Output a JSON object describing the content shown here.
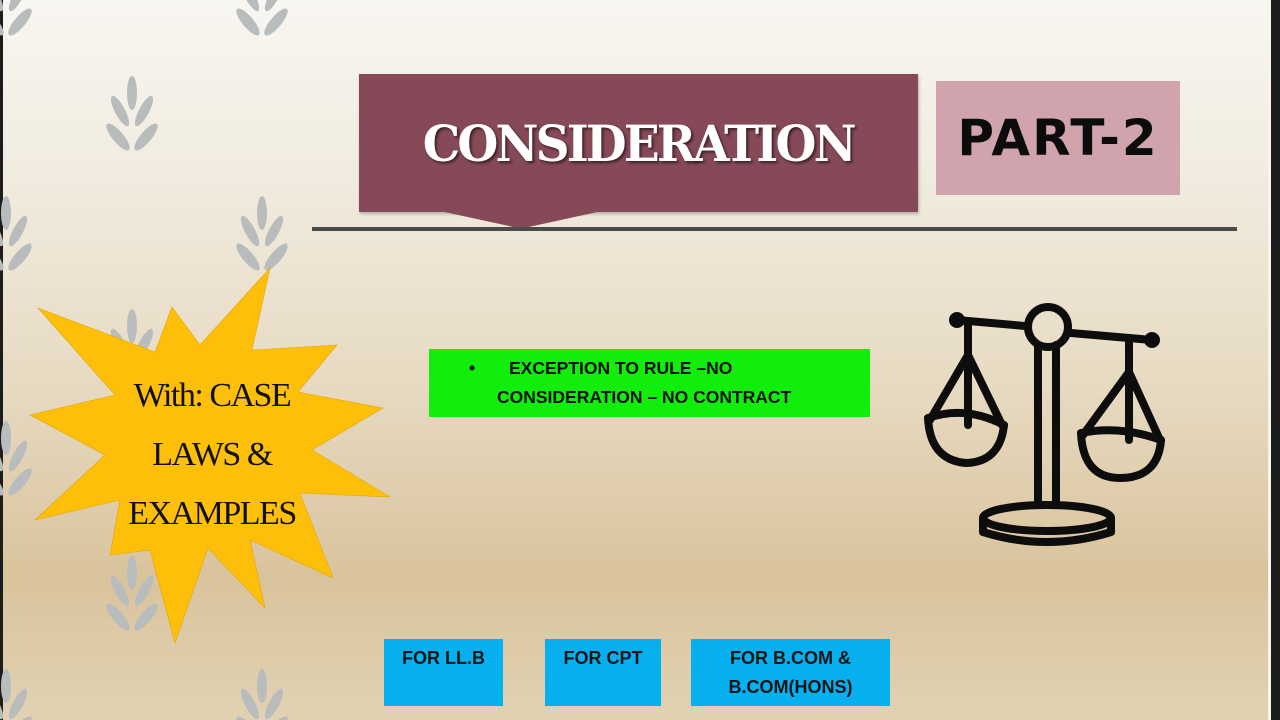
{
  "slide": {
    "title": "CONSIDERATION",
    "part_label": "PART-2",
    "bullet": {
      "marker": "•",
      "line1": "EXCEPTION TO RULE –NO",
      "line2": "CONSIDERATION – NO CONTRACT"
    },
    "starburst": {
      "line1": "With: CASE",
      "line2": "LAWS &",
      "line3": "EXAMPLES"
    },
    "audience_tags": [
      {
        "line1": "FOR LL.B",
        "line2": ""
      },
      {
        "line1": "FOR CPT",
        "line2": ""
      },
      {
        "line1": "FOR B.COM &",
        "line2": "B.COM(HONS)"
      }
    ],
    "icons": {
      "main_illustration": "balance-scale-icon",
      "background_motif": "leaf-sprig-icon"
    }
  },
  "colors": {
    "title_banner": "#854957",
    "part_box": "#d1a3ad",
    "bullet_box": "#12ee0c",
    "starburst": "#fdbf0a",
    "tag_boxes": "#06b0ef",
    "divider": "#4a4a4a",
    "leaf": "#b8bcbc"
  }
}
